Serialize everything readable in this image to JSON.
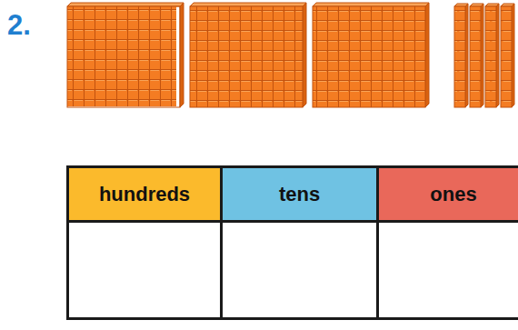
{
  "diagram": {
    "labels": [
      "2.",
      "hundreds",
      "tens",
      "ones"
    ]
  }
}
